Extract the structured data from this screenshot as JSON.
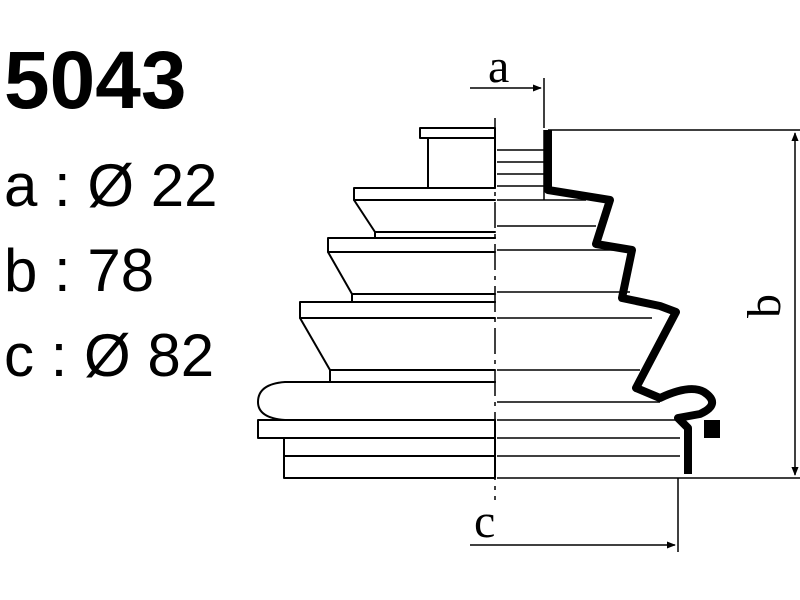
{
  "part_number": "5043",
  "specs": [
    {
      "key": "a",
      "separator": ":",
      "value": "Ø 22"
    },
    {
      "key": "b",
      "separator": ":",
      "value": "78"
    },
    {
      "key": "c",
      "separator": ":",
      "value": "Ø 82"
    }
  ],
  "dimension_labels": {
    "a": "a",
    "b": "b",
    "c": "c"
  },
  "colors": {
    "ink": "#000000",
    "background": "#ffffff"
  }
}
